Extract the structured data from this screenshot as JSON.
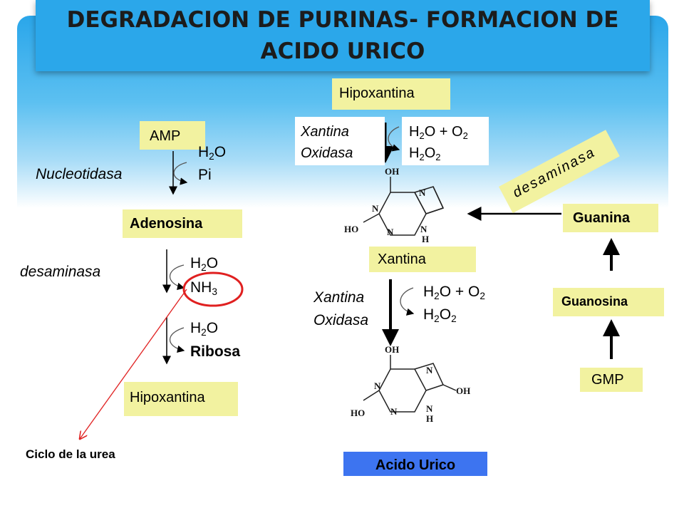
{
  "title": "DEGRADACION DE PURINAS- FORMACION DE ACIDO URICO",
  "left_path": {
    "amp": "AMP",
    "nucleotidasa": "Nucleotidasa",
    "step1_in_formula": "H",
    "step1_in_sub": "2",
    "step1_in_tail": "O",
    "step1_out": "Pi",
    "adenosina": "Adenosina",
    "desaminasa": "desaminasa",
    "step2_in_formula": "H",
    "step2_in_sub": "2",
    "step2_in_tail": "O",
    "step2_out_formula": "NH",
    "step2_out_sub": "3",
    "step3_in_formula": "H",
    "step3_in_sub": "2",
    "step3_in_tail": "O",
    "step3_out": "Ribosa",
    "hipoxantina": "Hipoxantina",
    "ciclo_urea": "Ciclo de la urea"
  },
  "center_path": {
    "hipoxantina": "Hipoxantina",
    "enzyme1_line1": "Xantina",
    "enzyme1_line2": "Oxidasa",
    "xantina": "Xantina",
    "enzyme2_line1": "Xantina",
    "enzyme2_line2": "Oxidasa",
    "acido_urico": "Acido Urico",
    "reactants": {
      "h": "H",
      "two": "2",
      "o_plus": "O + O",
      "o2": "2"
    },
    "products": {
      "h": "H",
      "two": "2",
      "o": "O",
      "o2": "2"
    }
  },
  "right_path": {
    "gmp": "GMP",
    "guanosina": "Guanosina",
    "guanina": "Guanina",
    "desaminasa": "desaminasa"
  },
  "structures": {
    "xantina_atoms": [
      "OH",
      "N",
      "N",
      "N",
      "N",
      "HO",
      "H"
    ],
    "urico_atoms": [
      "OH",
      "N",
      "N",
      "N",
      "N",
      "OH",
      "HO",
      "H"
    ]
  },
  "colors": {
    "box_yellow": "#f2f2a0",
    "acid_box": "#3d74f0",
    "title_bar": "#2ba7ea",
    "urea_arrow": "#e02020",
    "highlight_circle": "#e02020"
  }
}
